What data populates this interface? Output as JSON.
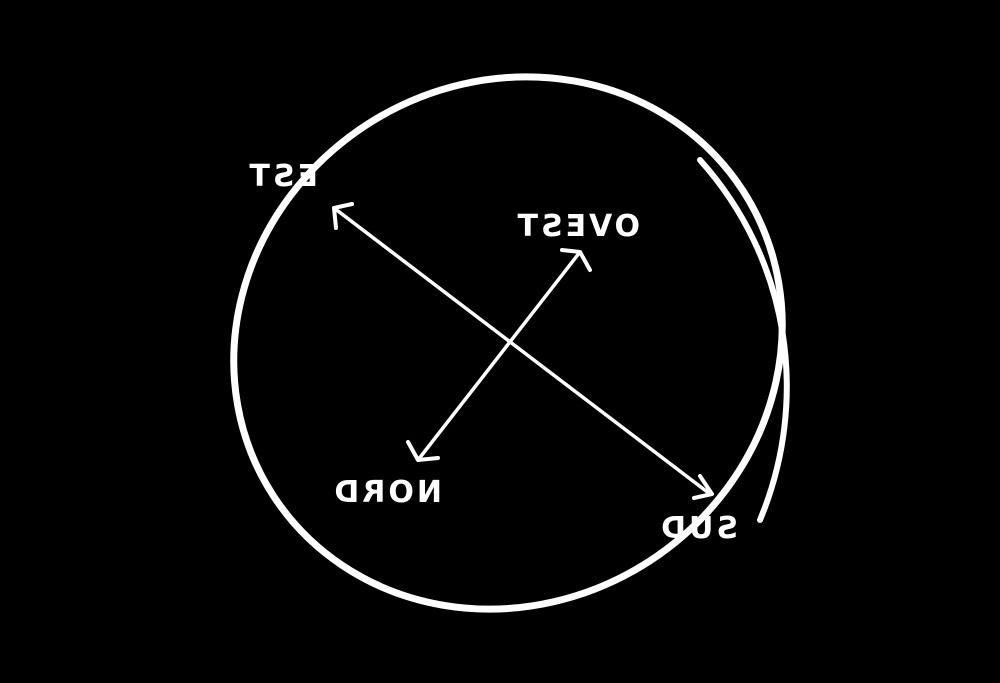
{
  "colors": {
    "background": "#000000",
    "ink": "#ffffff"
  },
  "labels": {
    "est": "EST",
    "ovest": "OVEST",
    "nord": "NORD",
    "sud": "SUD"
  }
}
